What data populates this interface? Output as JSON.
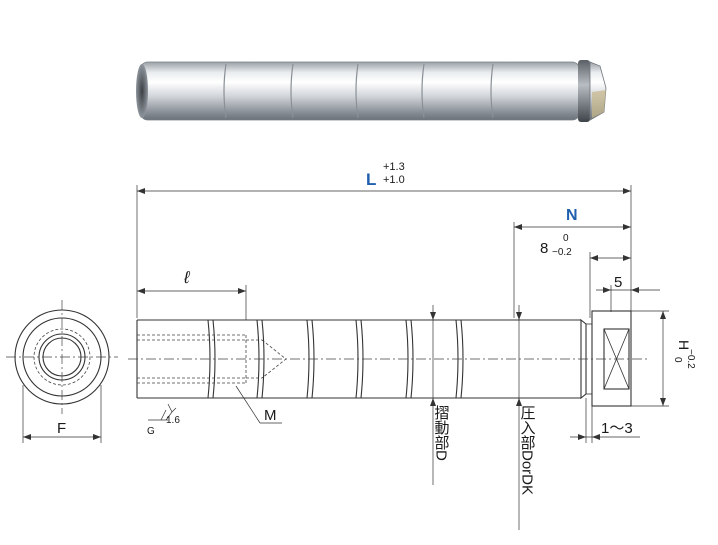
{
  "diagram": {
    "length_label": "L",
    "length_tol_upper": "+1.3",
    "length_tol_lower": "+1.0",
    "n_label": "N",
    "eight_label": "8",
    "eight_tol_upper": "0",
    "eight_tol_lower": "−0.2",
    "five_label": "5",
    "h_label": "H",
    "h_tol_upper": "0",
    "h_tol_lower": "−0.2",
    "ell_label": "ℓ",
    "m_label": "M",
    "f_label": "F",
    "g_label": "G",
    "roughness_label": "1.6",
    "one_three_label": "1〜3",
    "sliding_label": "摺動部D",
    "press_label": "圧入部DorDK"
  },
  "colors": {
    "accent_blue": "#1f5fae",
    "line": "#333333"
  }
}
